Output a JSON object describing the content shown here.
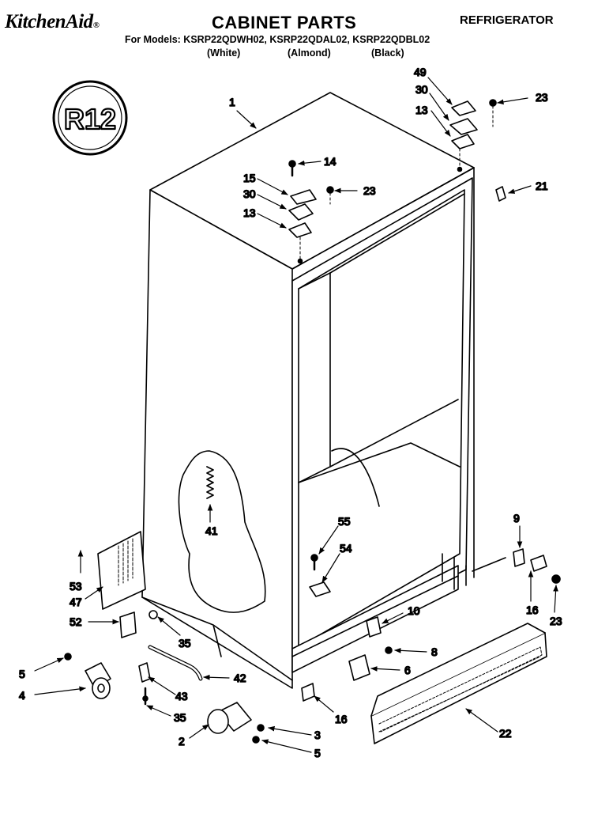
{
  "header": {
    "brand": "KitchenAid",
    "brand_mark": "®",
    "title": "CABINET PARTS",
    "category": "REFRIGERATOR",
    "models": "For Models: KSRP22QDWH02, KSRP22QDAL02, KSRP22QDBL02",
    "colors": [
      "(White)",
      "(Almond)",
      "(Black)"
    ]
  },
  "badge": "R12",
  "parts": [
    {
      "id": "1"
    },
    {
      "id": "49"
    },
    {
      "id": "23"
    },
    {
      "id": "30"
    },
    {
      "id": "13"
    },
    {
      "id": "14"
    },
    {
      "id": "15"
    },
    {
      "id": "21"
    },
    {
      "id": "41"
    },
    {
      "id": "55"
    },
    {
      "id": "54"
    },
    {
      "id": "9"
    },
    {
      "id": "16"
    },
    {
      "id": "53"
    },
    {
      "id": "47"
    },
    {
      "id": "52"
    },
    {
      "id": "35"
    },
    {
      "id": "10"
    },
    {
      "id": "8"
    },
    {
      "id": "6"
    },
    {
      "id": "5"
    },
    {
      "id": "4"
    },
    {
      "id": "42"
    },
    {
      "id": "43"
    },
    {
      "id": "3"
    },
    {
      "id": "2"
    },
    {
      "id": "22"
    }
  ]
}
